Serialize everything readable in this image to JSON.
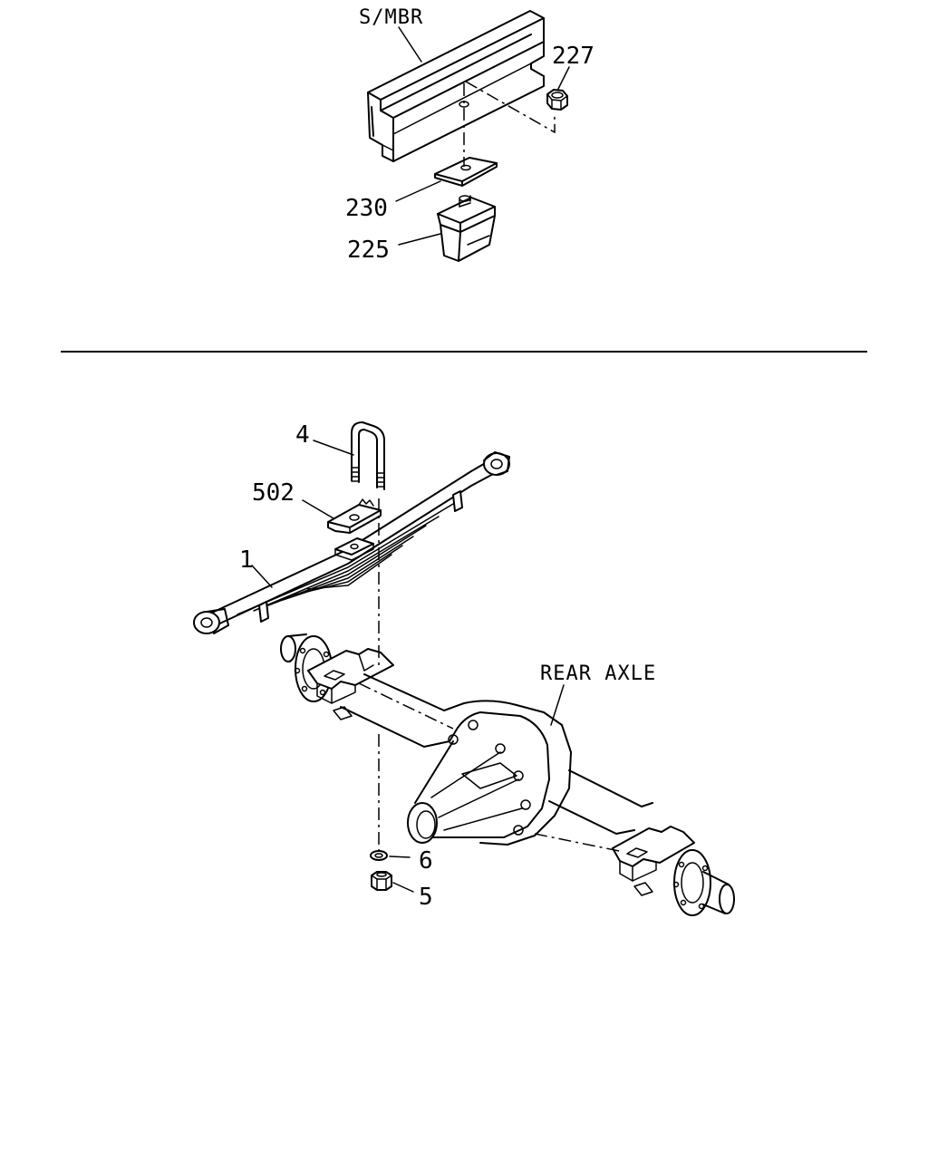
{
  "labels": {
    "subframe": "S/MBR",
    "nut_227": "227",
    "plate_230": "230",
    "bumper_225": "225",
    "ubolt_4": "4",
    "seat_502": "502",
    "spring_1": "1",
    "axle": "REAR AXLE",
    "washer_6": "6",
    "nut_5": "5"
  },
  "colors": {
    "ink": "#000000",
    "paper": "#ffffff"
  }
}
